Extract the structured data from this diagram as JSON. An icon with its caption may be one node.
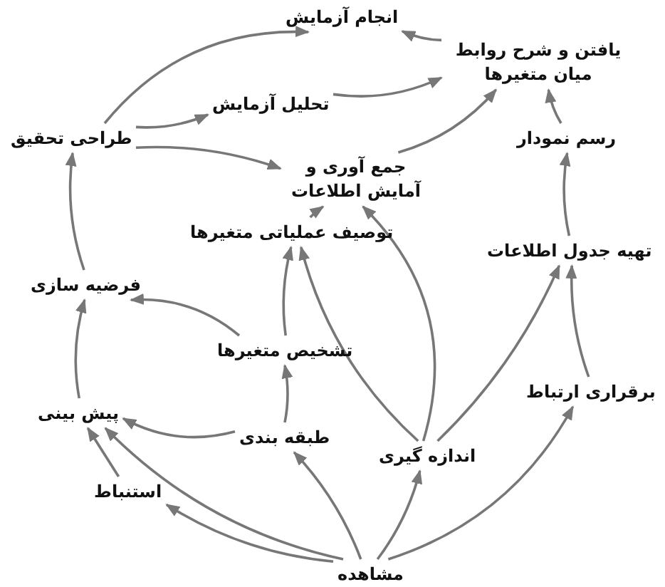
{
  "diagram": {
    "nodes": [
      {
        "text": [
          "انجام آزمایش"
        ]
      },
      {
        "text": [
          "یافتن و شرح روابط میان متغیرها"
        ]
      },
      {
        "text": [
          "تحلیل آزمایش"
        ]
      },
      {
        "text": [
          "طراحی تحقیق"
        ]
      },
      {
        "text": [
          "جمع آوری و آمایش اطلاعات"
        ]
      },
      {
        "text": [
          "رسم نمودار"
        ]
      },
      {
        "text": [
          "توصیف عملیاتی متغیرها"
        ]
      },
      {
        "text": [
          "تهیه جدول اطلاعات"
        ]
      },
      {
        "text": [
          "فرضیه سازی"
        ]
      },
      {
        "text": [
          "تشخیص متغیرها"
        ]
      },
      {
        "text": [
          "برقراری ارتباط"
        ]
      },
      {
        "text": [
          "پیش بینی"
        ]
      },
      {
        "text": [
          "طبقه بندی"
        ]
      },
      {
        "text": [
          "اندازه گیری"
        ]
      },
      {
        "text": [
          "استنباط"
        ]
      },
      {
        "text": [
          "مشاهده"
        ]
      }
    ],
    "edges": [
      {
        "from": 3,
        "to": 0,
        "arrow": "to"
      },
      {
        "from": 3,
        "to": 2,
        "arrow": "to"
      },
      {
        "from": 3,
        "to": 4,
        "arrow": "to"
      },
      {
        "from": 1,
        "to": 0,
        "arrow": "to"
      },
      {
        "from": 2,
        "to": 1,
        "arrow": "to"
      },
      {
        "from": 4,
        "to": 1,
        "arrow": "to"
      },
      {
        "from": 5,
        "to": 1,
        "arrow": "to"
      },
      {
        "from": 7,
        "to": 5,
        "arrow": "to"
      },
      {
        "from": 10,
        "to": 7,
        "arrow": "to"
      },
      {
        "from": 8,
        "to": 3,
        "arrow": "to"
      },
      {
        "from": 11,
        "to": 8,
        "arrow": "to"
      },
      {
        "from": 9,
        "to": 8,
        "arrow": "to"
      },
      {
        "from": 9,
        "to": 6,
        "arrow": "to"
      },
      {
        "from": 6,
        "to": 4,
        "arrow": "to"
      },
      {
        "from": 12,
        "to": 9,
        "arrow": "to"
      },
      {
        "from": 12,
        "to": 11,
        "arrow": "to"
      },
      {
        "from": 14,
        "to": 11,
        "arrow": "to"
      },
      {
        "from": 15,
        "to": 14,
        "arrow": "to"
      },
      {
        "from": 15,
        "to": 11,
        "arrow": "to"
      },
      {
        "from": 15,
        "to": 12,
        "arrow": "to"
      },
      {
        "from": 15,
        "to": 13,
        "arrow": "to"
      },
      {
        "from": 15,
        "to": 10,
        "arrow": "to"
      },
      {
        "from": 13,
        "to": 4,
        "arrow": "to"
      },
      {
        "from": 13,
        "to": 6,
        "arrow": "to"
      },
      {
        "from": 13,
        "to": 7,
        "arrow": "to"
      }
    ]
  }
}
